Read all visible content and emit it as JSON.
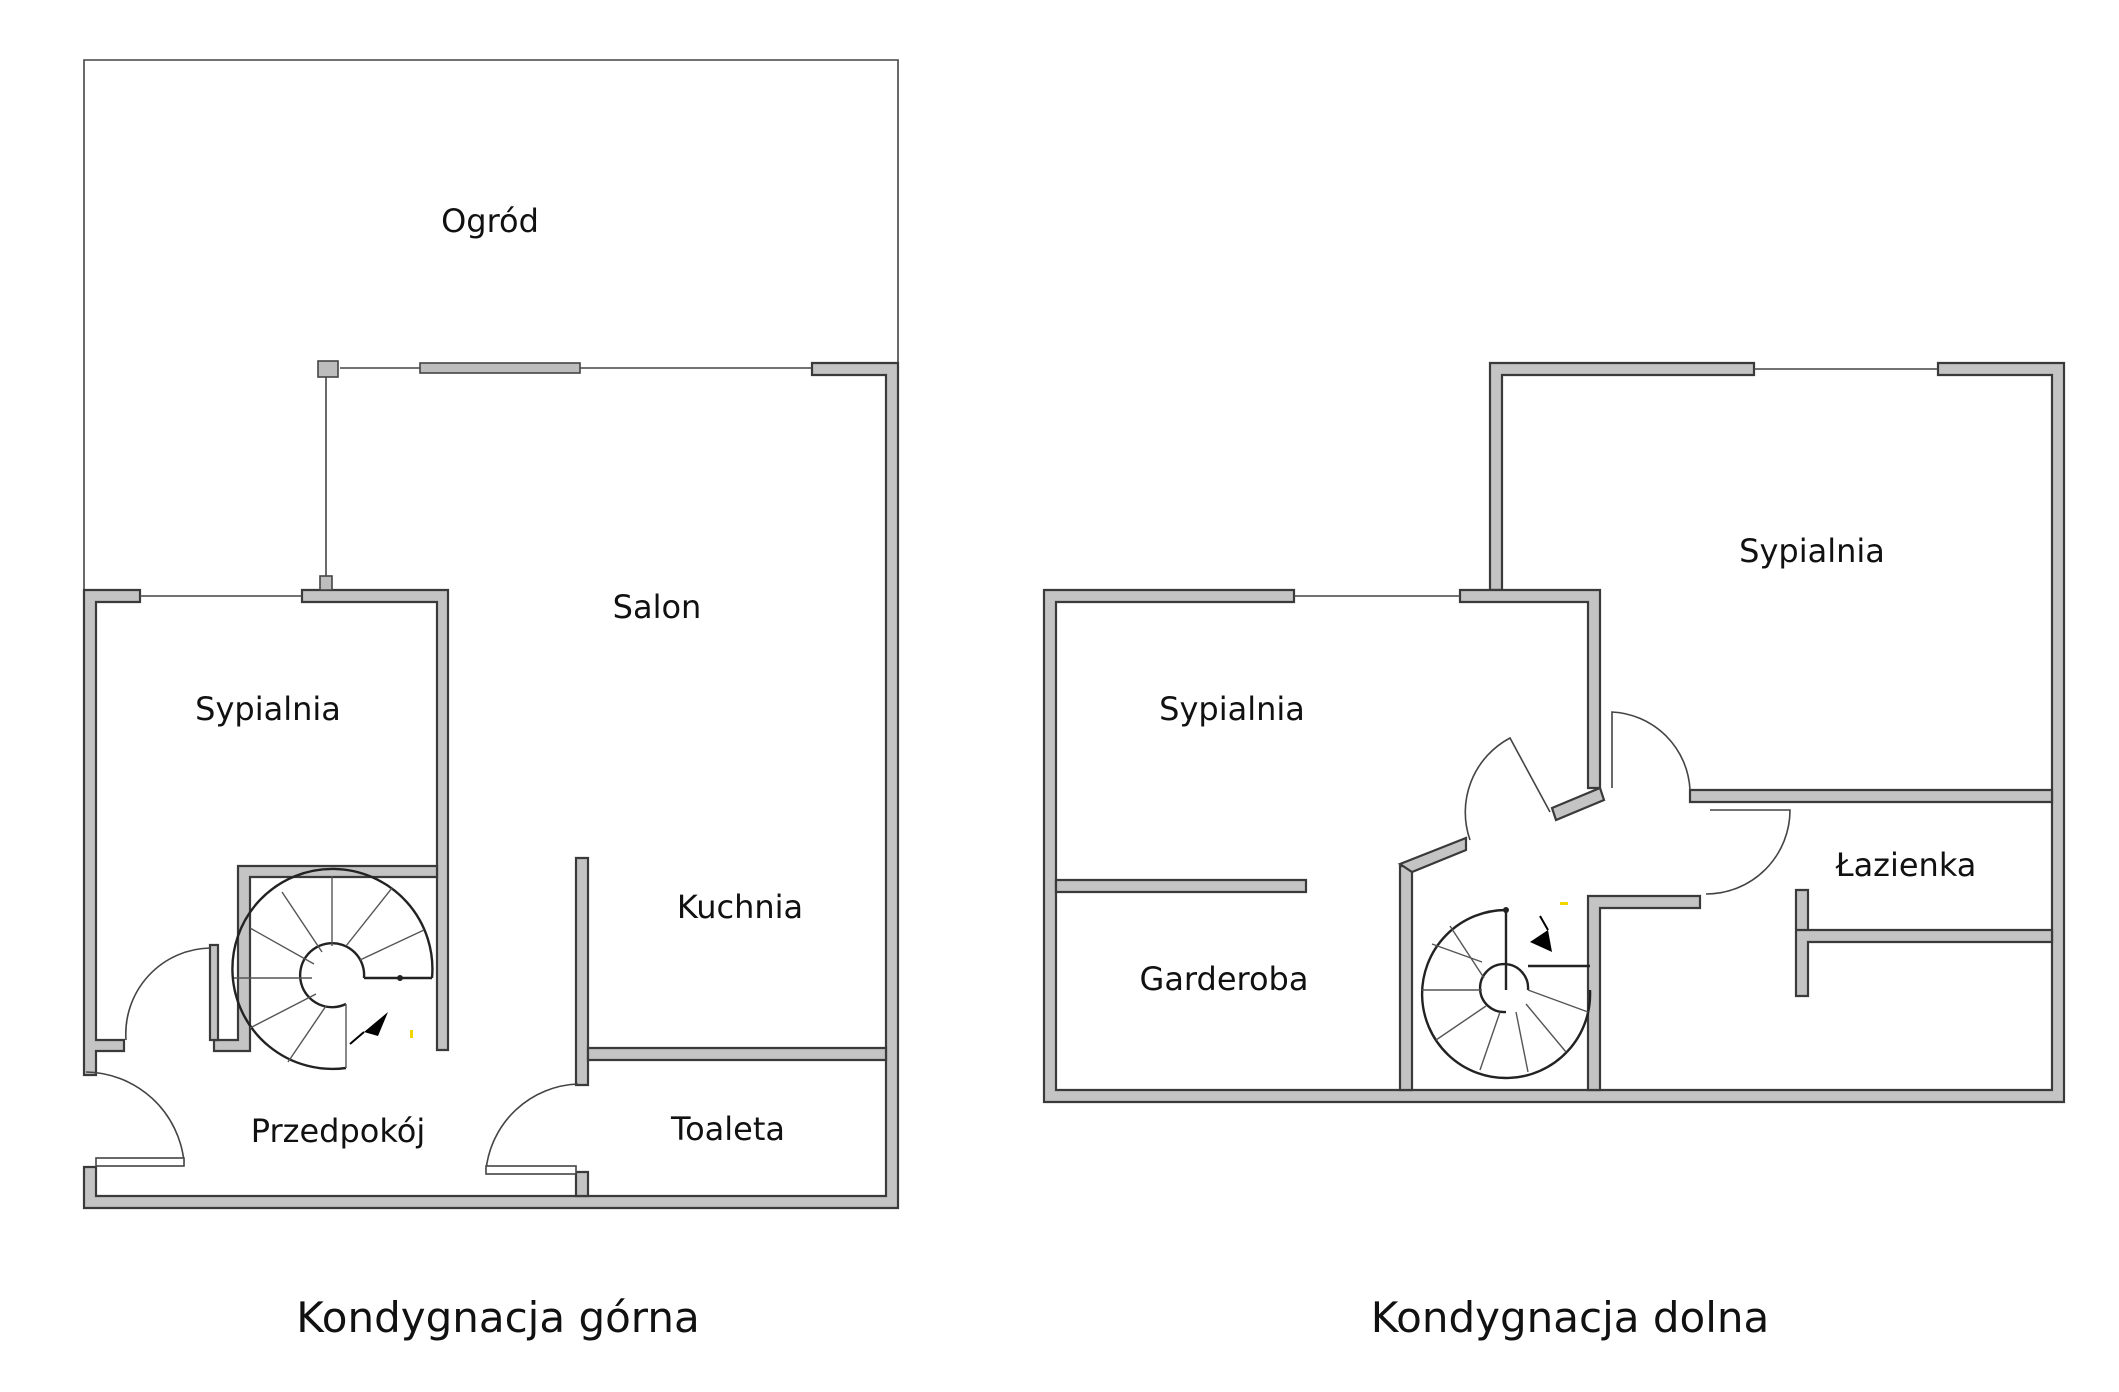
{
  "floors": {
    "upper": {
      "title": "Kondygnacja górna",
      "rooms": {
        "garden": "Ogród",
        "living": "Salon",
        "bedroom": "Sypialnia",
        "kitchen": "Kuchnia",
        "hall": "Przedpokój",
        "toilet": "Toaleta"
      }
    },
    "lower": {
      "title": "Kondygnacja dolna",
      "rooms": {
        "bedroom_left": "Sypialnia",
        "bedroom_right": "Sypialnia",
        "bathroom": "Łazienka",
        "wardrobe": "Garderoba"
      }
    }
  },
  "colors": {
    "wall_fill": "#c4c4c4",
    "wall_stroke": "#3a3a3a",
    "line": "#444444",
    "marker": "#f2d600"
  }
}
